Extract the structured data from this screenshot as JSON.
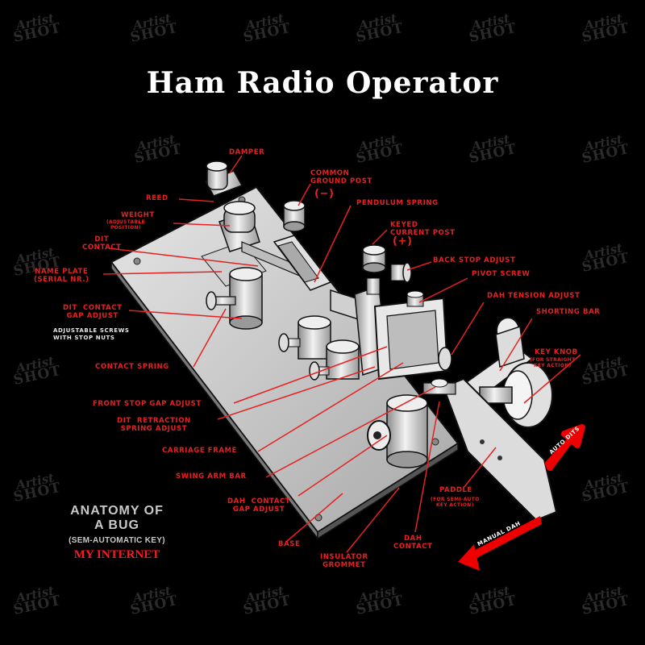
{
  "title": "Ham Radio Operator",
  "watermark": {
    "line1": "Artist",
    "line2": "SHOT"
  },
  "labels": {
    "damper": "DAMPER",
    "common_ground_post": "COMMON\nGROUND POST",
    "ground_sign": "(−)",
    "reed": "REED",
    "pendulum_spring": "PENDULUM SPRING",
    "weight": "WEIGHT",
    "weight_note": "(ADJUSTABLE\nPOSITION)",
    "keyed_current_post": "KEYED\nCURRENT POST",
    "current_sign": "(+)",
    "dit_contact": "DIT\nCONTACT",
    "back_stop_adjust": "BACK STOP ADJUST",
    "name_plate": "NAME PLATE\n(SERIAL NR.)",
    "pivot_screw": "PIVOT SCREW",
    "dah_tension_adjust": "DAH  TENSION ADJUST",
    "dit_contact_gap_adjust": "DIT  CONTACT\nGAP ADJUST",
    "adjustable_screws": "ADJUSTABLE SCREWS\nWITH STOP NUTS",
    "shorting_bar": "SHORTING BAR",
    "key_knob": "KEY KNOB",
    "key_knob_note": "(FOR STRAIGHT\nKEY ACTION)",
    "contact_spring": "CONTACT SPRING",
    "front_stop_gap_adjust": "FRONT STOP GAP ADJUST",
    "dit_retraction": "DIT  RETRACTION\nSPRING ADJUST",
    "carriage_frame": "CARRIAGE FRAME",
    "swing_arm_bar": "SWING ARM BAR",
    "auto_dits": "AUTO DITS",
    "paddle": "PADDLE",
    "paddle_note": "(FOR SEMI-AUTO\nKEY ACTION)",
    "dah_contact_gap_adjust": "DAH  CONTACT\nGAP ADJUST",
    "manual_dah": "MANUAL DAH",
    "base": "BASE",
    "dah_contact": "DAH\nCONTACT",
    "insulator_grommet": "INSULATOR\nGROMMET"
  },
  "anatomy": {
    "line1": "ANATOMY OF",
    "line2": "A BUG",
    "line3": "(SEM-AUTOMATIC KEY)",
    "line4": "MY INTERNET"
  },
  "colors": {
    "background": "#000000",
    "label": "#e52121",
    "metal": "#d8d8d8"
  }
}
